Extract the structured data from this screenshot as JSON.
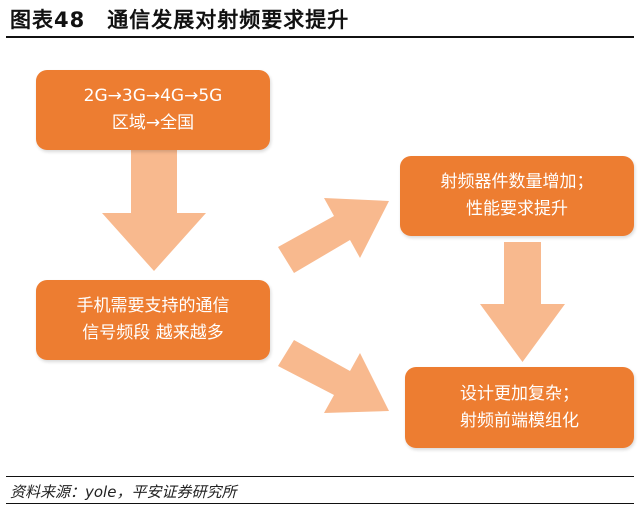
{
  "figure": {
    "label": "图表48",
    "title": "通信发展对射频要求提升"
  },
  "nodes": [
    {
      "id": "box1",
      "lines": [
        "2G→3G→4G→5G",
        "区域→全国"
      ]
    },
    {
      "id": "box2",
      "lines": [
        "手机需要支持的通信",
        "信号频段 越来越多"
      ]
    },
    {
      "id": "box3",
      "lines": [
        "射频器件数量增加；",
        "性能要求提升"
      ]
    },
    {
      "id": "box4",
      "lines": [
        "设计更加复杂；",
        "射频前端模组化"
      ]
    }
  ],
  "edges": [
    {
      "from": "box1",
      "to": "box2"
    },
    {
      "from": "box2",
      "to": "box3"
    },
    {
      "from": "box2",
      "to": "box4"
    },
    {
      "from": "box3",
      "to": "box4"
    }
  ],
  "colors": {
    "box": "#ED7D31",
    "arrow": "#F8B98E",
    "text": "#FFFFFF"
  },
  "source": "资料来源：yole，平安证券研究所"
}
